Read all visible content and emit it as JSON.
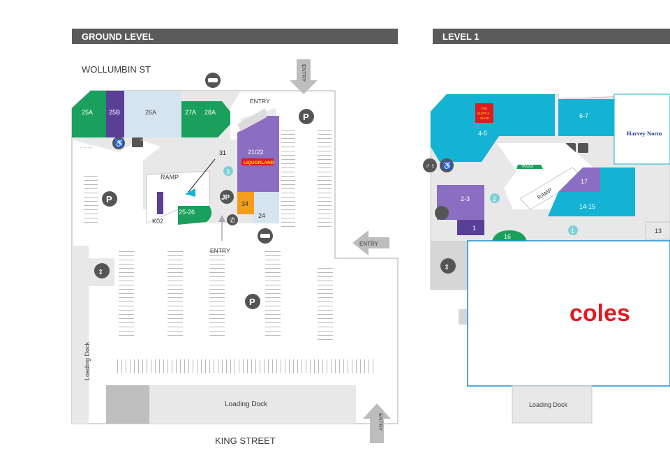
{
  "ground": {
    "header": "GROUND LEVEL",
    "street_top": "WOLLUMBIN ST",
    "street_bottom": "KING STREET",
    "entry_label": "ENTRY",
    "ramp_label": "RAMP",
    "loading_dock_label": "Loading Dock",
    "units": {
      "u25a": "25A",
      "u25b": "25B",
      "u26a": "26A",
      "u27a": "27A",
      "u28a": "28A",
      "u21_22": "21/22",
      "u31": "31",
      "u34": "34",
      "u24": "24",
      "u25_26": "25-26",
      "k02": "K02",
      "marker3": "3"
    },
    "store_logo": "LIQUORLAND",
    "jp_sign": "JP"
  },
  "level1": {
    "header": "LEVEL 1",
    "ramp_label": "RAMP",
    "loading_dock_label": "Loading Dock",
    "units": {
      "u4_5": "4-5",
      "u6_7": "6-7",
      "u2_3": "2-3",
      "u1": "1",
      "u16": "16",
      "u17": "17",
      "u14_15": "14-15",
      "u13": "13",
      "k03": "K03",
      "marker1": "1",
      "marker2": "2"
    },
    "shop_logo_line1": "THE",
    "shop_logo_line2": "SUPPLY",
    "shop_logo_line3": "SHOP",
    "anchor_partial": "Harvey Norm",
    "supermarket": "coles"
  },
  "colors": {
    "header_bg": "#5b5b5b",
    "green": "#1aa05c",
    "purple": "#8a6ec1",
    "dark_purple": "#5a3f98",
    "light_blue": "#d6e4f0",
    "cyan": "#14b3d3",
    "orange": "#f39c1e",
    "grey_floor": "#e8e8e9",
    "coles_red": "#e01a22"
  }
}
